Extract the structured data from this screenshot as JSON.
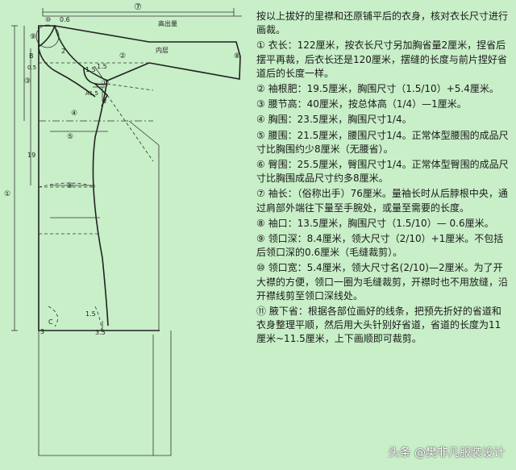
{
  "diagram": {
    "labels": {
      "n7_top": "⑦",
      "n10": "⑩",
      "v0_6": "0.6",
      "n9": "⑨",
      "gaochuliang": "高出量",
      "neiceng": "内层",
      "v2": "2",
      "B": "B",
      "v0_5": "0.5",
      "n2": "②",
      "n8": "⑧",
      "v1_5a": "1.5",
      "v1_5b": "1.5",
      "n3": "③",
      "n11": "⑪",
      "A1_5": "A1.5",
      "v2b": "2",
      "n4": "④",
      "n5": "⑤",
      "v19": "19",
      "n6": "⑥",
      "n1": "①",
      "v1_5c": "1.5",
      "C": "C",
      "v3": "3",
      "v3_5": "3.5"
    }
  },
  "text": {
    "intro": "按以上拔好的里襟和还原铺平后的衣身，核对衣长尺寸进行画裁。",
    "items": [
      "① 衣长：122厘米，按衣长尺寸另加胸省量2厘米，捏省后摆平再裁，后衣长还是120厘米，摆缝的长度与前片捏好省道后的长度一样。",
      "② 袖根肥：19.5厘米，胸围尺寸（1.5/10）+5.4厘米。",
      "③ 腰节高：40厘米，按总体高（1/4）—1厘米。",
      "④ 胸围：23.5厘米，胸围尺寸1/4。",
      "⑤ 腰围：21.5厘米，腰围尺寸1/4。正常体型腰围的成品尺寸比胸围约少8厘米（无腰省）。",
      "⑥ 臀围：25.5厘米，臀围尺寸1/4。正常体型臀围的成品尺寸比胸围成品尺寸约多8厘米。",
      "⑦ 袖长：（俗称出手）76厘米。量袖长时从后脖根中央，通过肩部外端往下量至手腕处，或量至需要的长度。",
      "⑧ 袖口：13.5厘米，胸围尺寸（1.5/10）— 0.6厘米。",
      "⑨ 领口深：8.4厘米，领大尺寸（2/10）+1厘米。不包括后领口深的0.6厘米（毛缝裁剪）。",
      "⑩ 领口宽：5.4厘米，领大尺寸名(2/10)—2厘米。为了开大襟的方便，领口一圈为毛缝裁剪，开襟时也不用放缝，沿开襟线剪至领口深线处。",
      "⑪ 腋下省：根据各部位画好的线条，把预先折好的省道和衣身整理平顺，然后用大头针别好省道，省道的长度为11厘米~11.5厘米，上下画顺即可裁剪。"
    ]
  },
  "watermark": "头条 @樊非凡服装设计"
}
